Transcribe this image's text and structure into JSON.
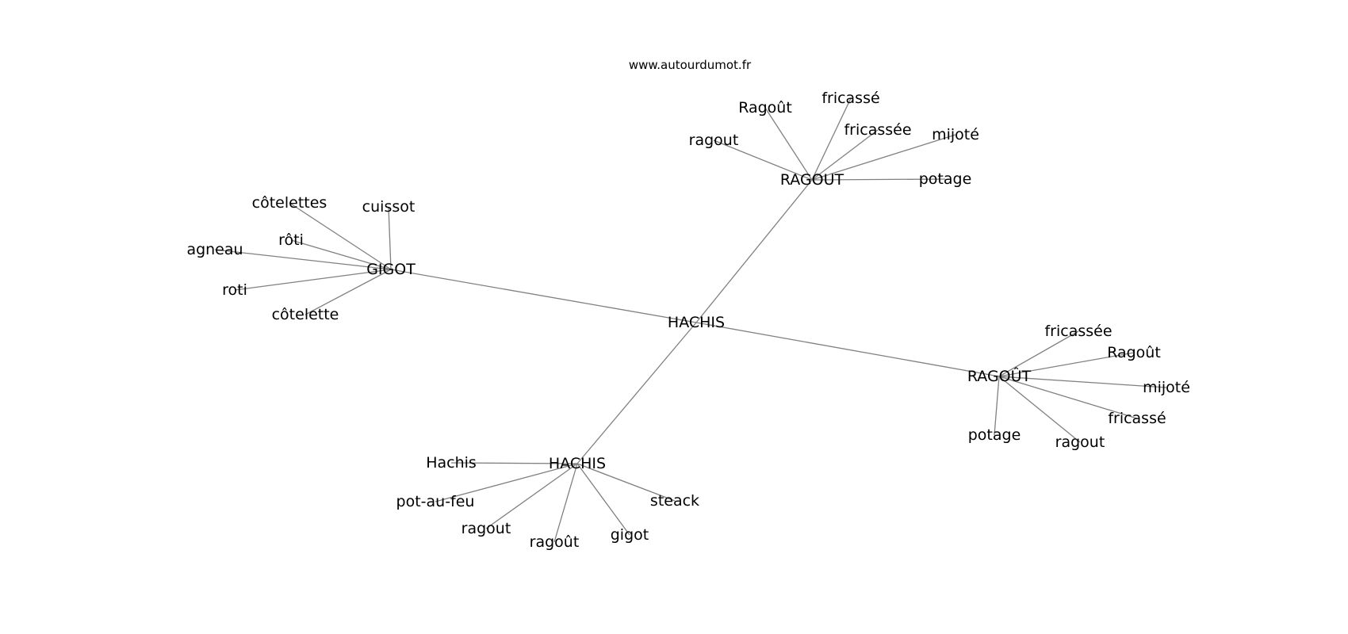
{
  "watermark": "www.autourdumot.fr",
  "colors": {
    "edge": "#808080",
    "text": "#000000",
    "background": "#ffffff"
  },
  "center": "HACHIS",
  "clusters": [
    {
      "id": "gigot",
      "label": "GIGOT",
      "words": [
        "côtelettes",
        "cuissot",
        "rôti",
        "agneau",
        "roti",
        "côtelette"
      ]
    },
    {
      "id": "ragout",
      "label": "RAGOUT",
      "words": [
        "Ragoût",
        "fricassé",
        "fricassée",
        "mijoté",
        "ragout",
        "potage"
      ]
    },
    {
      "id": "ragout2",
      "label": "RAGOÛT",
      "words": [
        "fricassée",
        "Ragoût",
        "mijoté",
        "fricassé",
        "potage",
        "ragout"
      ]
    },
    {
      "id": "hachis",
      "label": "HACHIS",
      "words": [
        "Hachis",
        "pot-au-feu",
        "ragout",
        "ragoût",
        "gigot",
        "steack"
      ]
    }
  ]
}
